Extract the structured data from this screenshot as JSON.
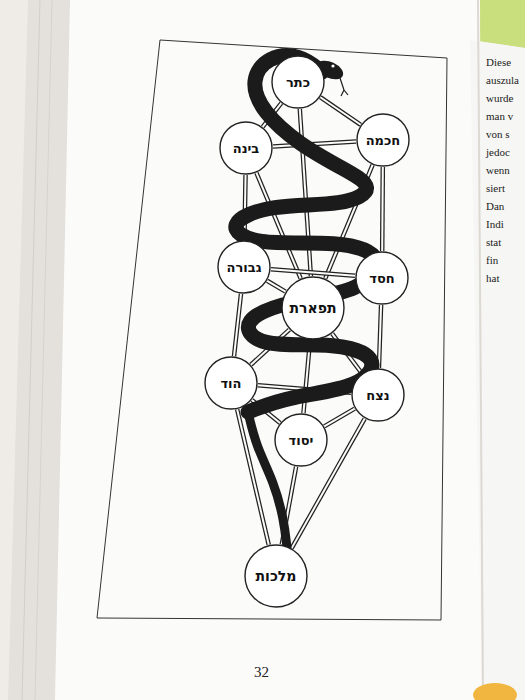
{
  "diagram": {
    "nodes": [
      {
        "text": [
          "כתר"
        ]
      },
      {
        "text": [
          "חכמה"
        ]
      },
      {
        "text": [
          "בינה"
        ]
      },
      {
        "text": [
          "חסד"
        ]
      },
      {
        "text": [
          "גבורה"
        ]
      },
      {
        "text": [
          "תפארת"
        ]
      },
      {
        "text": [
          "נצח"
        ]
      },
      {
        "text": [
          "הוד"
        ]
      },
      {
        "text": [
          "יסוד"
        ]
      },
      {
        "text": [
          "מלכות"
        ]
      }
    ],
    "edges": [
      {
        "from": 0,
        "to": 1,
        "arrow": "none"
      },
      {
        "from": 0,
        "to": 2,
        "arrow": "none"
      },
      {
        "from": 0,
        "to": 5,
        "arrow": "none"
      },
      {
        "from": 1,
        "to": 2,
        "arrow": "none"
      },
      {
        "from": 1,
        "to": 5,
        "arrow": "none"
      },
      {
        "from": 1,
        "to": 3,
        "arrow": "none"
      },
      {
        "from": 2,
        "to": 5,
        "arrow": "none"
      },
      {
        "from": 2,
        "to": 4,
        "arrow": "none"
      },
      {
        "from": 3,
        "to": 4,
        "arrow": "none"
      },
      {
        "from": 3,
        "to": 5,
        "arrow": "none"
      },
      {
        "from": 3,
        "to": 6,
        "arrow": "none"
      },
      {
        "from": 4,
        "to": 5,
        "arrow": "none"
      },
      {
        "from": 4,
        "to": 7,
        "arrow": "none"
      },
      {
        "from": 5,
        "to": 6,
        "arrow": "none"
      },
      {
        "from": 5,
        "to": 8,
        "arrow": "none"
      },
      {
        "from": 5,
        "to": 7,
        "arrow": "none"
      },
      {
        "from": 6,
        "to": 7,
        "arrow": "none"
      },
      {
        "from": 6,
        "to": 8,
        "arrow": "none"
      },
      {
        "from": 6,
        "to": 9,
        "arrow": "none"
      },
      {
        "from": 7,
        "to": 8,
        "arrow": "none"
      },
      {
        "from": 7,
        "to": 9,
        "arrow": "none"
      },
      {
        "from": 8,
        "to": 9,
        "arrow": "none"
      }
    ],
    "labels": [
      "32",
      "Diese",
      "auszula",
      "wurde",
      "man v",
      "von s",
      "jedoc",
      "wenn",
      "siert",
      "Dan",
      "Indi",
      "stat",
      "fin",
      "hat"
    ]
  }
}
